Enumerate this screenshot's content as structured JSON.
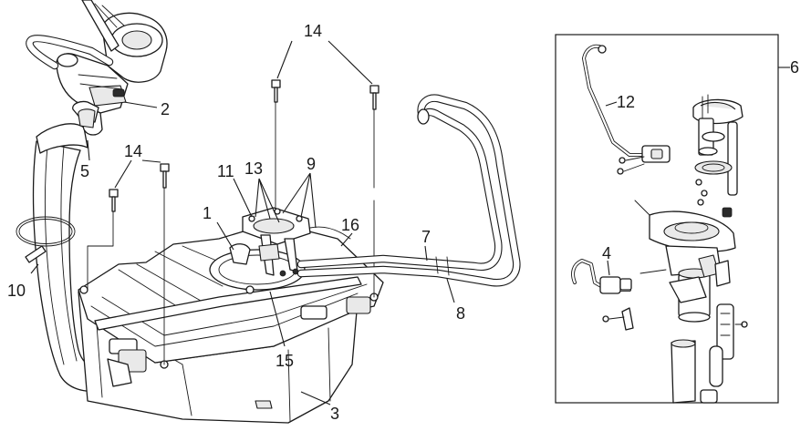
{
  "callouts": [
    {
      "id": "1",
      "text": "1"
    },
    {
      "id": "2",
      "text": "2"
    },
    {
      "id": "3",
      "text": "3"
    },
    {
      "id": "4",
      "text": "4"
    },
    {
      "id": "5",
      "text": "5"
    },
    {
      "id": "6",
      "text": "6"
    },
    {
      "id": "7",
      "text": "7"
    },
    {
      "id": "8",
      "text": "8"
    },
    {
      "id": "9",
      "text": "9"
    },
    {
      "id": "10",
      "text": "10"
    },
    {
      "id": "11",
      "text": "11"
    },
    {
      "id": "12",
      "text": "12"
    },
    {
      "id": "13",
      "text": "13"
    },
    {
      "id": "14a",
      "text": "14"
    },
    {
      "id": "14b",
      "text": "14"
    },
    {
      "id": "15",
      "text": "15"
    },
    {
      "id": "16",
      "text": "16"
    }
  ]
}
